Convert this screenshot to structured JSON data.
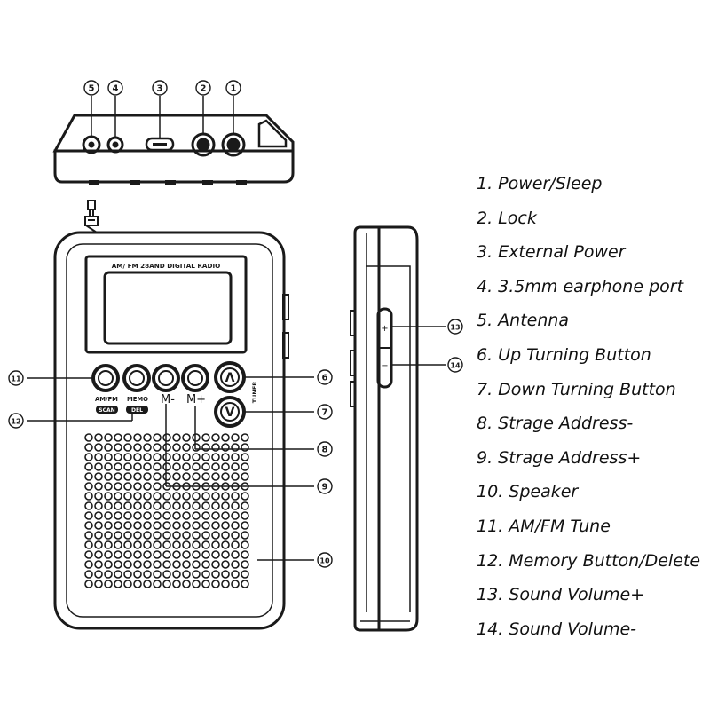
{
  "legend": [
    "1. Power/Sleep",
    "2. Lock",
    "3. External Power",
    "4. 3.5mm earphone port",
    "5. Antenna",
    "6. Up Turning Button",
    "7. Down Turning Button",
    "8. Strage Address-",
    "9. Strage Address+",
    "10. Speaker",
    "11. AM/FM Tune",
    "12. Memory Button/Delete",
    "13. Sound Volume+",
    "14. Sound Volume-"
  ],
  "callouts": [
    "1",
    "2",
    "3",
    "4",
    "5",
    "6",
    "7",
    "8",
    "9",
    "10",
    "11",
    "12",
    "13",
    "14"
  ],
  "radio": {
    "screen_title": "AM/ FM 28AND DIGITAL RADIO",
    "button_label_amfm": "AM/FM",
    "button_label_memo": "MEMO",
    "tag_scan": "SCAN",
    "tag_del": "DEL",
    "label_m_minus": "M-",
    "label_m_plus": "M+",
    "label_tuner": "TUNER",
    "up_symbol": "Λ",
    "down_symbol": "V"
  },
  "side": {
    "vol_plus": "+",
    "vol_minus": "−"
  },
  "colors": {
    "line": "#1a1a1a",
    "background": "#ffffff"
  }
}
